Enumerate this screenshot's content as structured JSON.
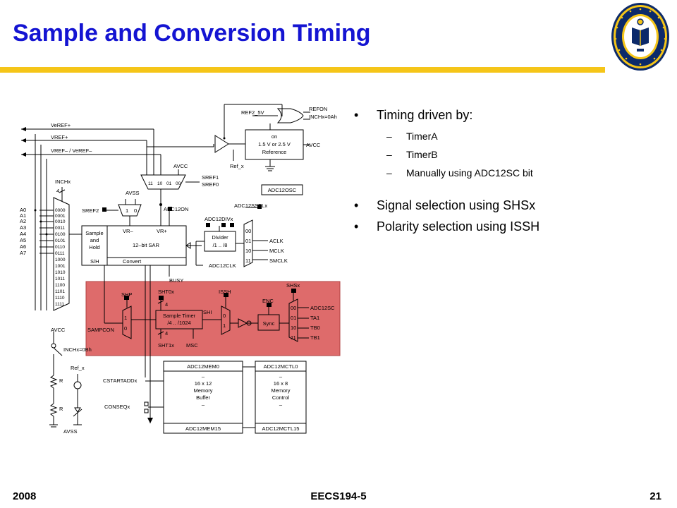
{
  "slide": {
    "title": "Sample and Conversion Timing",
    "footer_left": "2008",
    "footer_center": "EECS194-5",
    "footer_right": "21"
  },
  "bullets": [
    {
      "text": "Timing driven by:",
      "sub": [
        "TimerA",
        "TimerB",
        "Manually using ADC12SC bit"
      ]
    },
    {
      "text": "Signal selection using SHSx",
      "sub": []
    },
    {
      "text": "Polarity selection using ISSH",
      "sub": []
    }
  ],
  "bullet_glyph": "•",
  "dash_glyph": "–",
  "colors": {
    "title": "#1414d2",
    "accent_bar": "#f5c518",
    "highlight": "#de6b6b",
    "highlight_border": "#b04040",
    "seal_blue": "#0c2a6a",
    "seal_gold": "#f5c518"
  },
  "diagram": {
    "refs": {
      "veref_plus": "VeREF+",
      "vref_plus": "VREF+",
      "vref_minus": "VREF– / VeREF–",
      "ref2_5v": "REF2_5V",
      "refon": "REFON",
      "inchx_0ah": "INCHx=0Ah",
      "ref_x": "Ref_x",
      "ref_box": [
        "on",
        "1.5 V or 2.5 V",
        "Reference"
      ],
      "avcc": "AVCC"
    },
    "inputs": {
      "label": "INCHx",
      "width": "4",
      "channels": [
        "A0",
        "A1",
        "A2",
        "A3",
        "A4",
        "A5",
        "A6",
        "A7"
      ],
      "codes": [
        "0000",
        "0001",
        "0010",
        "0011",
        "0100",
        "0101",
        "0110",
        "0111",
        "1000",
        "1001",
        "1010",
        "1011",
        "1100",
        "1101",
        "1110",
        "1111"
      ]
    },
    "ref_mux": {
      "codes": [
        "11",
        "10",
        "01",
        "00"
      ],
      "outputs": [
        "SREF1",
        "SREF0"
      ],
      "avcc": "AVCC",
      "avss": "AVSS"
    },
    "sref2_mux": {
      "label": "SREF2",
      "codes": [
        "1",
        "0"
      ]
    },
    "sar": {
      "sample_hold": [
        "Sample",
        "and",
        "Hold"
      ],
      "sh": "S/H",
      "vr_minus": "VR–",
      "vr_plus": "VR+",
      "name": "12–bit SAR",
      "convert": "Convert",
      "adc12on": "ADC12ON",
      "busy": "BUSY"
    },
    "clock": {
      "osc": "ADC12OSC",
      "ssel": "ADC12SSELx",
      "div_label": "ADC12DIVx",
      "divider": [
        "Divider",
        "/1 .. /8"
      ],
      "mux_codes": [
        "00",
        "01",
        "10",
        "11"
      ],
      "sources": [
        "ACLK",
        "MCLK",
        "SMCLK"
      ],
      "adc12clk": "ADC12CLK"
    },
    "timing": {
      "shp": "SHP",
      "sht0x": "SHT0x",
      "sht1x": "SHT1x",
      "width": "4",
      "timer": [
        "Sample Timer",
        "/4 .. /1024"
      ],
      "msc": "MSC",
      "shi": "SHI",
      "issh": "ISSH",
      "enc": "ENC",
      "sync": "Sync",
      "shsx": "SHSx",
      "shs_codes": [
        "00",
        "01",
        "10",
        "11"
      ],
      "shs_sources": [
        "ADC12SC",
        "TA1",
        "TB0",
        "TB1"
      ],
      "sampcon": "SAMPCON",
      "mux_codes": [
        "1",
        "0"
      ],
      "inv_mux": [
        "0",
        "1"
      ]
    },
    "temp": {
      "avcc": "AVCC",
      "inchx_0bh": "INCHx=0Bh",
      "ref_x": "Ref_x",
      "r": "R",
      "avss": "AVSS"
    },
    "memory": {
      "cstartadd": "CSTARTADDx",
      "conseq": "CONSEQx",
      "mem_top": "ADC12MEM0",
      "mem_dash": "–",
      "mem_lines": [
        "16 x 12",
        "Memory",
        "Buffer"
      ],
      "mem_bottom": "ADC12MEM15",
      "ctl_top": "ADC12MCTL0",
      "ctl_lines": [
        "16 x 8",
        "Memory",
        "Control"
      ],
      "ctl_bottom": "ADC12MCTL15"
    }
  }
}
